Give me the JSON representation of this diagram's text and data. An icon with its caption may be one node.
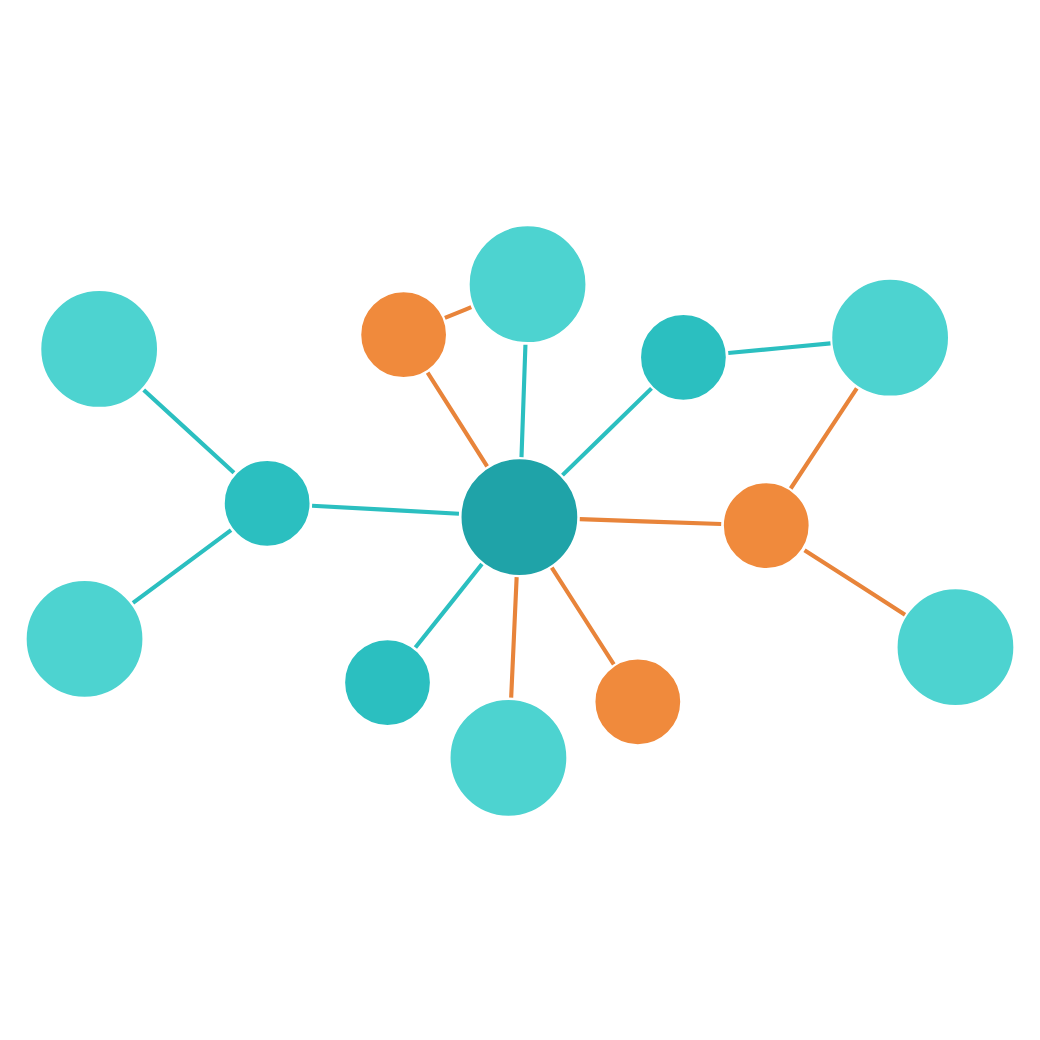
{
  "diagram": {
    "nodes": [
      {
        "text": [],
        "shape": "circle"
      },
      {
        "text": [],
        "shape": "circle"
      },
      {
        "text": [],
        "shape": "circle"
      },
      {
        "text": [],
        "shape": "circle"
      },
      {
        "text": [],
        "shape": "circle"
      },
      {
        "text": [],
        "shape": "circle"
      },
      {
        "text": [],
        "shape": "circle"
      },
      {
        "text": [],
        "shape": "circle"
      },
      {
        "text": [],
        "shape": "circle"
      },
      {
        "text": [],
        "shape": "circle"
      },
      {
        "text": [],
        "shape": "circle"
      },
      {
        "text": [],
        "shape": "circle"
      },
      {
        "text": [],
        "shape": "circle"
      }
    ],
    "edges": [
      {
        "from": 0,
        "to": 1,
        "arrow": "none"
      },
      {
        "from": 0,
        "to": 3,
        "arrow": "none",
        "color": "#e8843a"
      },
      {
        "from": 3,
        "to": 1,
        "arrow": "none",
        "color": "#e8843a"
      },
      {
        "from": 0,
        "to": 4,
        "arrow": "none"
      },
      {
        "from": 4,
        "to": 2,
        "arrow": "none"
      },
      {
        "from": 4,
        "to": 5,
        "arrow": "none"
      },
      {
        "from": 0,
        "to": 6,
        "arrow": "none"
      },
      {
        "from": 0,
        "to": 8,
        "arrow": "none",
        "color": "#e8843a"
      },
      {
        "from": 8,
        "to": 7,
        "arrow": "none",
        "color": "#e8843a"
      },
      {
        "from": 8,
        "to": 12,
        "arrow": "none",
        "color": "#e8843a"
      },
      {
        "from": 0,
        "to": 9,
        "arrow": "none",
        "color": "#e8843a"
      },
      {
        "from": 0,
        "to": 10,
        "arrow": "none",
        "color": "#e8843a"
      },
      {
        "from": 0,
        "to": 11,
        "arrow": "none"
      },
      {
        "from": 11,
        "to": 12,
        "arrow": "none"
      }
    ]
  }
}
